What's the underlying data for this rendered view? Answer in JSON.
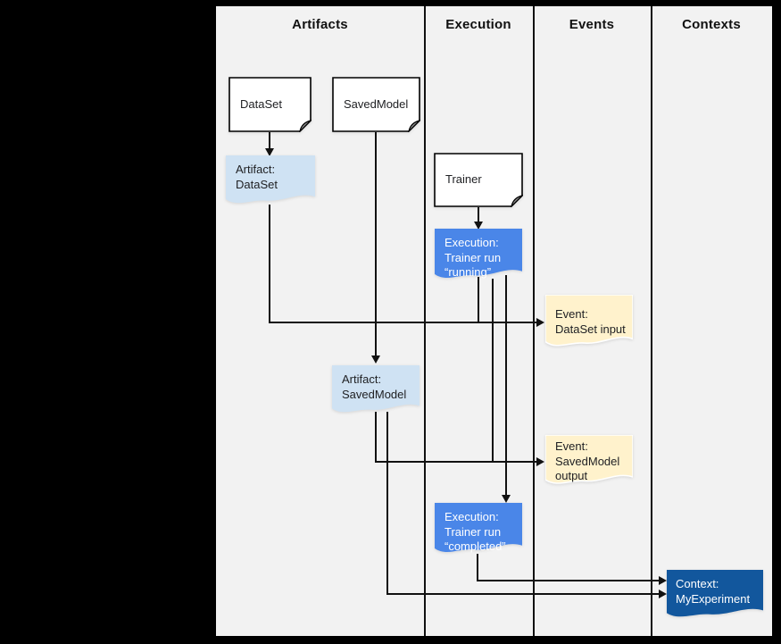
{
  "diagram": {
    "columns": [
      {
        "label": "Artifacts"
      },
      {
        "label": "Execution"
      },
      {
        "label": "Events"
      },
      {
        "label": "Contexts"
      }
    ],
    "nodes": {
      "dataset": {
        "label": "DataSet",
        "kind": "document"
      },
      "savedmodel": {
        "label": "SavedModel",
        "kind": "document"
      },
      "trainer": {
        "label": "Trainer",
        "kind": "document"
      },
      "artifact_dataset": {
        "label": "Artifact:\nDataSet",
        "kind": "artifact"
      },
      "artifact_savedmodel": {
        "label": "Artifact:\nSavedModel",
        "kind": "artifact"
      },
      "execution_running": {
        "label": "Execution:\nTrainer run\n“running”",
        "kind": "execution"
      },
      "execution_completed": {
        "label": "Execution:\nTrainer run\n“completed”",
        "kind": "execution"
      },
      "event_dataset_input": {
        "label": "Event:\nDataSet input",
        "kind": "event"
      },
      "event_savedmodel_output": {
        "label": "Event:\nSavedModel\noutput",
        "kind": "event"
      },
      "context_myexperiment": {
        "label": "Context:\nMyExperiment",
        "kind": "context"
      }
    },
    "colors": {
      "artifact_fill": "#cfe2f3",
      "execution_fill": "#4a86e8",
      "event_fill": "#fff2cc",
      "context_fill": "#12579d",
      "document_fill": "#ffffff",
      "canvas_bg": "#f2f2f2",
      "frame_bg": "#000000",
      "line": "#111111"
    }
  }
}
